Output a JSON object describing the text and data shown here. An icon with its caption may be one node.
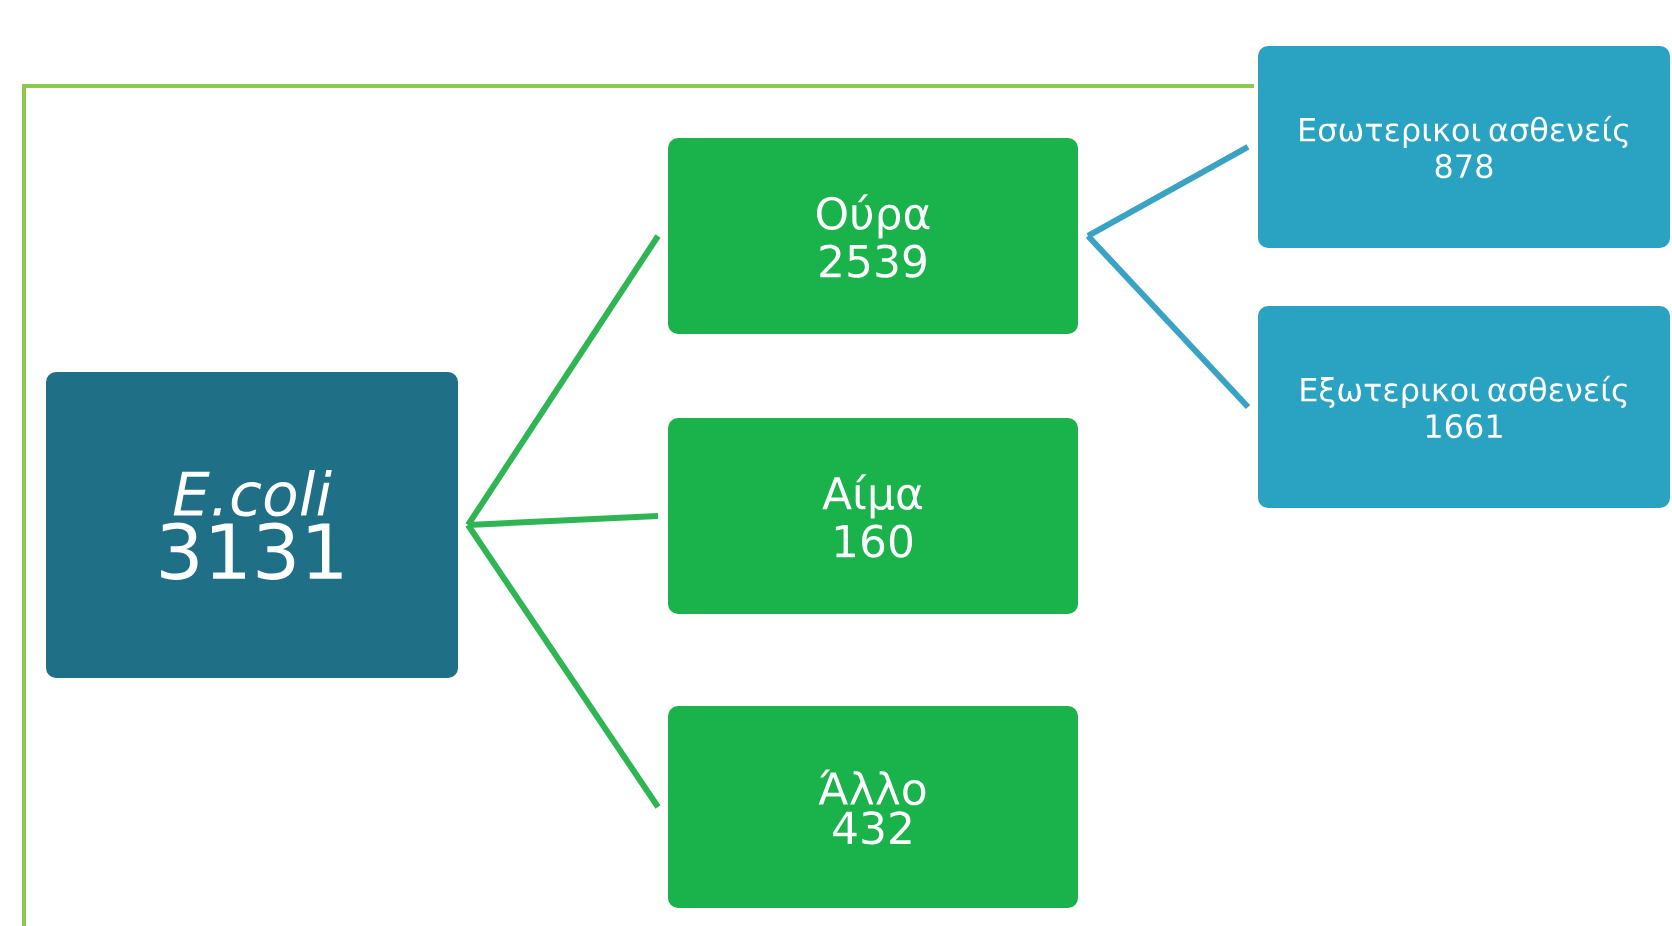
{
  "diagram": {
    "nodes": [
      {
        "text": [
          "E.coli",
          "3131"
        ]
      },
      {
        "text": [
          "Ούρα",
          "2539"
        ]
      },
      {
        "text": [
          "Αίμα",
          "160"
        ]
      },
      {
        "text": [
          "Άλλο",
          "432"
        ]
      },
      {
        "text": [
          "Εσωτερικοι ασθενείς",
          "878"
        ]
      },
      {
        "text": [
          "Εξωτερικοι ασθενείς",
          "1661"
        ]
      }
    ],
    "edges": [
      {
        "from": 0,
        "to": 1,
        "arrow": "none"
      },
      {
        "from": 0,
        "to": 2,
        "arrow": "none"
      },
      {
        "from": 0,
        "to": 3,
        "arrow": "none"
      },
      {
        "from": 1,
        "to": 4,
        "arrow": "none",
        "color": "#3aa3c4"
      },
      {
        "from": 1,
        "to": 5,
        "arrow": "none",
        "color": "#3aa3c4"
      }
    ]
  }
}
